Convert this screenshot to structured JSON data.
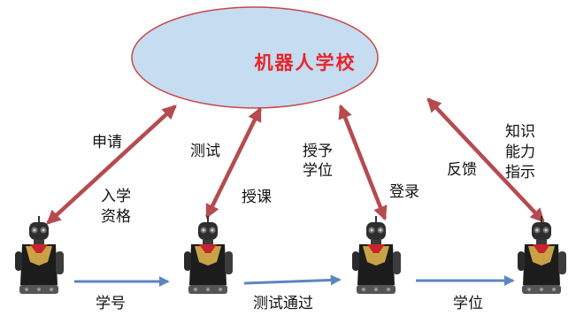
{
  "center": {
    "label": "机器人学校"
  },
  "labels": {
    "apply": "申请",
    "admission_line1": "入学",
    "admission_line2": "资格",
    "test": "测试",
    "teach": "授课",
    "grant_line1": "授予",
    "grant_line2": "学位",
    "register": "登录",
    "feedback": "反馈",
    "knowledge_line1": "知识",
    "knowledge_line2": "能力",
    "knowledge_line3": "指示",
    "student_id": "学号",
    "test_passed": "测试通过",
    "degree": "学位"
  },
  "colors": {
    "ellipse_fill": "#c6dcf1",
    "ellipse_stroke": "#c9464a",
    "center_text": "#e8252b",
    "double_arrow": "#b64b4f",
    "flow_arrow": "#5b86c0"
  },
  "icons": {
    "robot": "robot-icon"
  }
}
